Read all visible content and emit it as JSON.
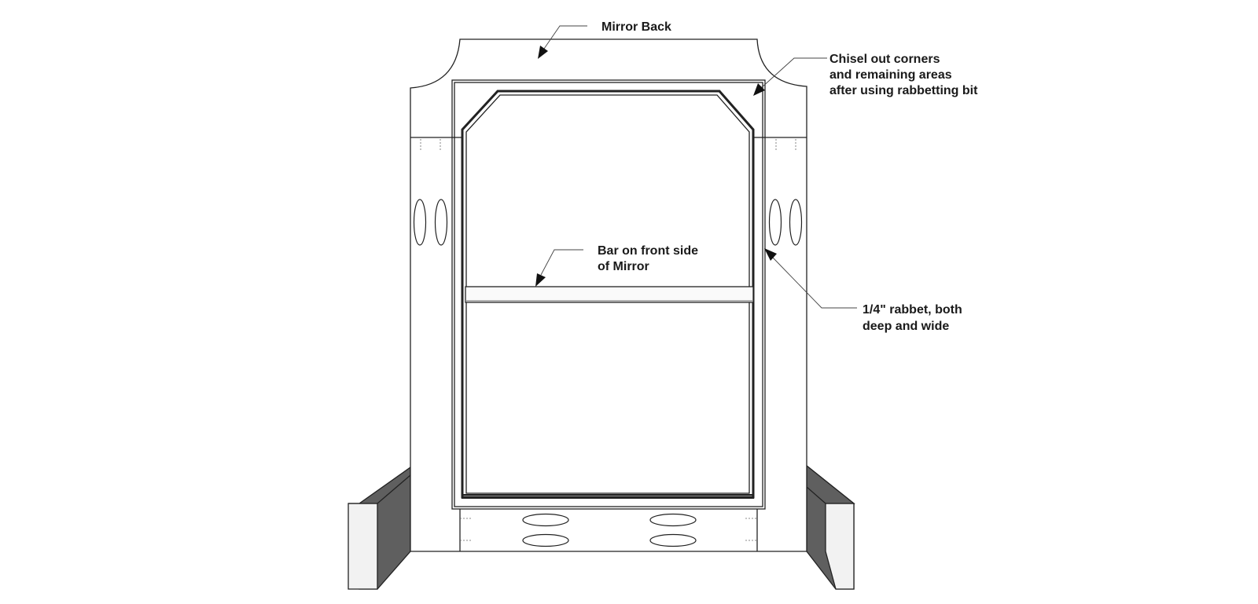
{
  "diagram": {
    "labels": {
      "mirror_back": "Mirror Back",
      "chisel_line1": "Chisel out corners",
      "chisel_line2": "and remaining areas",
      "chisel_line3": "after using rabbetting bit",
      "bar_line1": "Bar on front side",
      "bar_line2": "of Mirror",
      "rabbet_line1": "1/4\" rabbet, both",
      "rabbet_line2": "deep and wide"
    },
    "colors": {
      "outline": "#222222",
      "base_shadow": "#5f5f5f",
      "base_face": "#f2f2f2",
      "background": "#ffffff"
    }
  }
}
